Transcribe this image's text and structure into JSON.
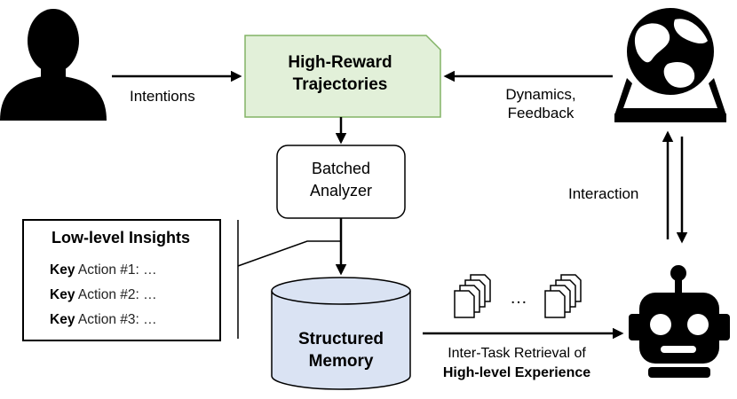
{
  "nodes": {
    "trajectories": {
      "line1": "High-Reward",
      "line2": "Trajectories"
    },
    "analyzer": {
      "line1": "Batched",
      "line2": "Analyzer"
    },
    "memory": {
      "line1": "Structured",
      "line2": "Memory"
    }
  },
  "insights": {
    "title": "Low-level Insights",
    "rows": [
      {
        "key": "Key",
        "rest": " Action #1:  …"
      },
      {
        "key": "Key",
        "rest": " Action #2:  …"
      },
      {
        "key": "Key",
        "rest": " Action #3:  …"
      }
    ]
  },
  "edges": {
    "intentions": "Intentions",
    "dynamics": {
      "line1": "Dynamics,",
      "line2": "Feedback"
    },
    "interaction": "Interaction",
    "retrieval": {
      "line1": "Inter-Task Retrieval of",
      "line2": "High-level Experience"
    },
    "ellipsis": "…"
  },
  "colors": {
    "trajectory_fill": "#e2f0d9",
    "trajectory_stroke": "#82b366",
    "memory_fill": "#dae3f3",
    "icon": "#000000"
  },
  "icons": [
    "person-icon",
    "globe-icon",
    "robot-icon",
    "document-stack-icon"
  ]
}
